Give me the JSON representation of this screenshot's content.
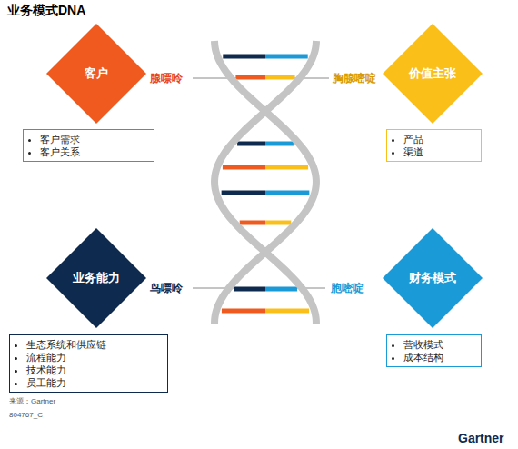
{
  "diagram": {
    "title": "业务模式DNA",
    "nodes": [
      {
        "text": [
          "客户"
        ]
      },
      {
        "text": [
          "价值主张"
        ]
      },
      {
        "text": [
          "客户需求",
          "客户关系"
        ]
      },
      {
        "text": [
          "产品",
          "渠道"
        ]
      },
      {
        "text": [
          "业务能力"
        ]
      },
      {
        "text": [
          "财务模式"
        ]
      },
      {
        "text": [
          "生态系统和供应链",
          "流程能力",
          "技术能力",
          "员工能力"
        ]
      },
      {
        "text": [
          "营收模式",
          "成本结构"
        ]
      }
    ],
    "labels": [
      "腺嘌呤",
      "胸腺嘧啶",
      "鸟嘌呤",
      "胞嘧啶",
      "来源：Gartner",
      "804767_C",
      "Gartner"
    ]
  }
}
